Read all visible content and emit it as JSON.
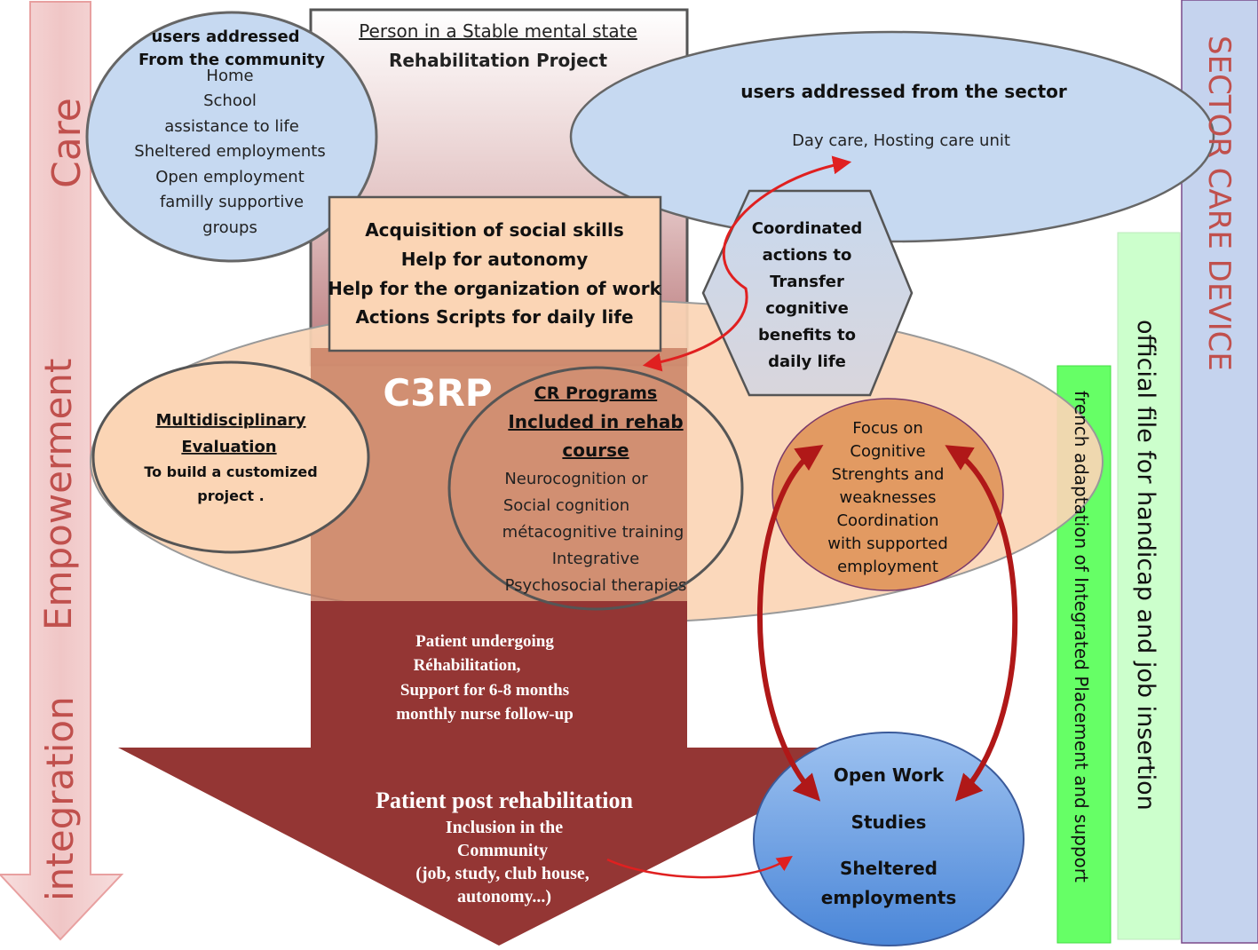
{
  "side_labels": {
    "care": "Care",
    "empowerment": "Empowerment",
    "integration": "integration",
    "sector_care_device": "SECTOR CARE DEVICE",
    "official_file": "official file  for handicap and job insertion",
    "french_adaptation": "french adaptation of Integrated Placement and support"
  },
  "top_box": {
    "line1": "Person  in a Stable mental state",
    "line2": "Rehabilitation Project"
  },
  "community": {
    "title1": "users  addressed",
    "title2": "From  the community",
    "items": [
      "Home",
      "School",
      "assistance to life",
      "Sheltered employments",
      "Open employment",
      "familly supportive",
      "groups"
    ]
  },
  "sector": {
    "title": "users addressed from the sector",
    "subtitle": "Day care, Hosting care unit"
  },
  "skills_box": {
    "lines": [
      "Acquisition of social skills",
      "Help for autonomy",
      "Help for the organization of work",
      "Actions Scripts for daily life"
    ]
  },
  "hexagon": {
    "lines": [
      "Coordinated",
      "actions to",
      "Transfer",
      "cognitive",
      "benefits to",
      "daily life"
    ]
  },
  "c3rp": {
    "label": "C3RP"
  },
  "evaluation": {
    "line1": "Multidisciplinary",
    "line2": "Evaluation ",
    "line3": "To build a customized",
    "line4": "project ."
  },
  "cr_programs": {
    "title1": "CR Programs",
    "title2": "Included in rehab",
    "title3": "course",
    "items": [
      "Neurocognition or",
      "Social cognition",
      "métacognitive training",
      "Integrative",
      "Psychosocial therapies"
    ]
  },
  "focus": {
    "lines": [
      "Focus on",
      "Cognitive",
      "Strenghts and",
      "weaknesses",
      "Coordination",
      "with supported",
      "employment"
    ]
  },
  "rehab_patient": {
    "lines": [
      "Patient undergoing",
      "Réhabilitation,",
      "Support for 6-8 months",
      "monthly nurse follow-up"
    ]
  },
  "post_rehab": {
    "title": "Patient post rehabilitation",
    "lines": [
      "Inclusion  in the",
      "Community",
      "(job, study, club house,",
      "autonomy...)"
    ]
  },
  "outcomes": {
    "items": [
      "Open Work",
      "Studies",
      "Sheltered",
      "employments"
    ]
  },
  "colors": {
    "dark_red": "#943634",
    "light_blue": "#c6d9f1",
    "peach": "#fbd5b5",
    "pink": "#f2c4c4",
    "green_bright": "#66ff66",
    "green_light": "#ccffcc",
    "lavender": "#c5d3ee",
    "red_arrow": "#e02020"
  }
}
